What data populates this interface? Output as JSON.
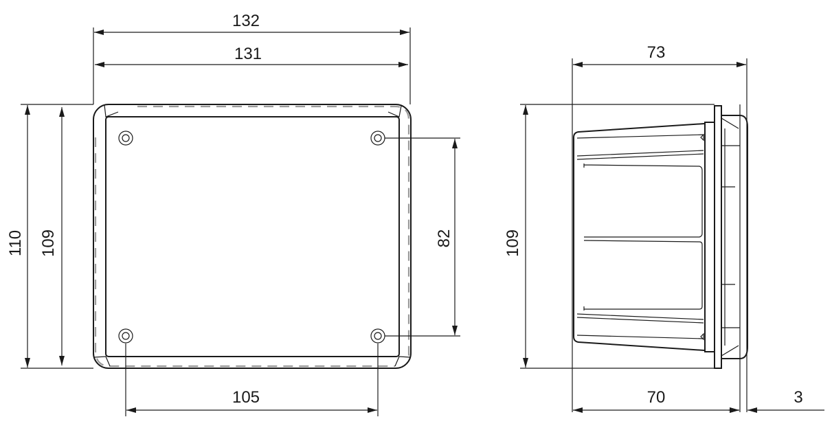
{
  "front_view": {
    "dimensions": {
      "overall_width": "132",
      "inner_width": "131",
      "overall_height": "110",
      "inner_height": "109",
      "screw_vertical_spacing": "82",
      "screw_horizontal_spacing": "105"
    }
  },
  "side_view": {
    "dimensions": {
      "overall_depth": "73",
      "height": "109",
      "body_depth": "70",
      "lid_thickness": "3"
    }
  }
}
